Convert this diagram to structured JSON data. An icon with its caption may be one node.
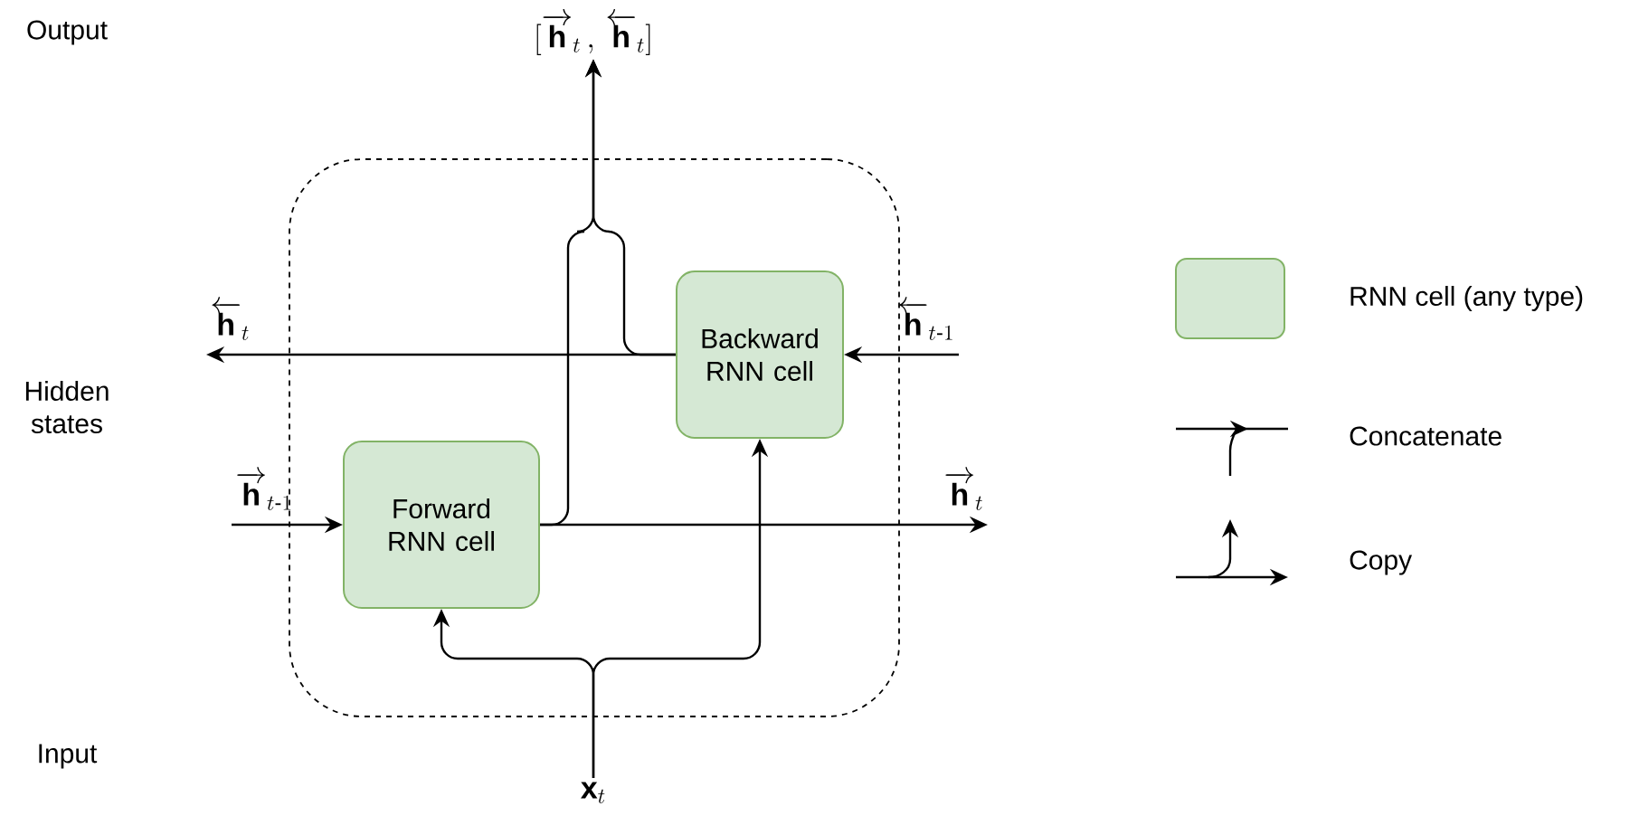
{
  "diagram": {
    "nodes": [
      {
        "text": [],
        "shape": "box"
      },
      {
        "text": [
          "Forward RNN cell"
        ],
        "in": 0
      },
      {
        "text": [
          "Backward RNN cell"
        ],
        "in": 0
      },
      {
        "text": [
          "\\mathbf{x}_{t}"
        ]
      },
      {
        "text": [
          "[\\overrightarrow{\\mathbf{h}}_{t}\\,,\\,\\overleftarrow{\\mathbf{h}}_{t}]"
        ]
      },
      {
        "text": [
          "\\overrightarrow{\\mathbf{h}}_{t\\text{-}1}"
        ]
      },
      {
        "text": [
          "\\overrightarrow{\\mathbf{h}}_{t}"
        ]
      },
      {
        "text": [
          "\\overleftarrow{\\mathbf{h}}_{t\\text{-}1}"
        ]
      },
      {
        "text": [
          "\\overleftarrow{\\mathbf{h}}_{t}"
        ]
      }
    ],
    "edges": [
      {
        "from": 3,
        "to": 1,
        "arrow": "to"
      },
      {
        "from": 3,
        "to": 2,
        "arrow": "to"
      },
      {
        "from": 5,
        "to": 1,
        "arrow": "to"
      },
      {
        "from": 1,
        "to": 6,
        "arrow": "to"
      },
      {
        "from": 7,
        "to": 2,
        "arrow": "to"
      },
      {
        "from": 2,
        "to": 8,
        "arrow": "to"
      },
      {
        "from": 1,
        "to": 4,
        "arrow": "to"
      },
      {
        "from": 2,
        "to": 4,
        "arrow": "to"
      }
    ],
    "labels": [
      "Output",
      "Hidden states",
      "Input"
    ],
    "legend": [
      {
        "text": "RNN cell (any type)",
        "color": "#d5e8d4"
      },
      {
        "text": "Concatenate"
      },
      {
        "text": "Copy"
      }
    ]
  }
}
